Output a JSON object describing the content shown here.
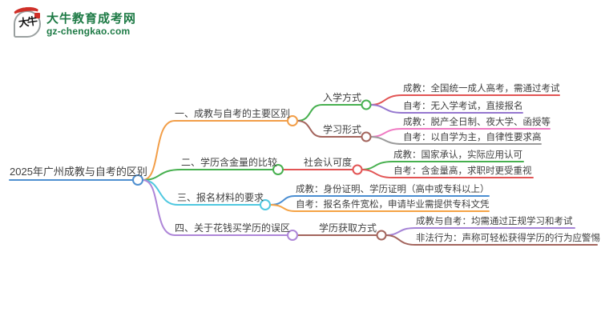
{
  "logo": {
    "icon_text": "大牛",
    "title": "大牛教育成考网",
    "domain": "gz-chengkao.com",
    "brand_color": "#1d7a45",
    "icon_accent": "#cf2f28"
  },
  "colors": {
    "text": "#3f3f3f"
  },
  "mindmap": {
    "root": {
      "label": "2025年广州成教与自考的区别",
      "color": "#4e8fd0"
    },
    "branches": [
      {
        "label": "一、成教与自考的主要区别",
        "color": "#f29e48",
        "children": [
          {
            "label": "入学方式",
            "color": "#47b04f",
            "children": [
              {
                "label": "成教：全国统一成人高考，需通过考试",
                "color": "#e25454"
              },
              {
                "label": "自考：无入学考试，直接报名",
                "color": "#9577cf"
              }
            ]
          },
          {
            "label": "学习形式",
            "color": "#a3645c",
            "children": [
              {
                "label": "成教：脱产全日制、夜大学、函授等",
                "color": "#ef79c2"
              },
              {
                "label": "自考：以自学为主，自律性要求高",
                "color": "#9b9b9b"
              }
            ]
          }
        ]
      },
      {
        "label": "二、学历含金量的比较",
        "color": "#47b04f",
        "children": [
          {
            "label": "社会认可度",
            "color": "#e25454",
            "children": [
              {
                "label": "成教：国家承认，实际应用认可",
                "color": "#47b04f"
              },
              {
                "label": "自考：含金量高，求职时更受重视",
                "color": "#e25454"
              }
            ]
          }
        ]
      },
      {
        "label": "三、报名材料的要求",
        "color": "#4fc8e0",
        "children": [
          {
            "label": "成教：身份证明、学历证明（高中或专科以上）",
            "color": "#4a8ed2"
          },
          {
            "label": "自考：报名条件宽松，申请毕业需提供专科文凭",
            "color": "#f5a345"
          }
        ]
      },
      {
        "label": "四、关于花钱买学历的误区",
        "color": "#ae86d8",
        "children": [
          {
            "label": "学历获取方式",
            "color": "#a3645c",
            "children": [
              {
                "label": "成教与自考：均需通过正规学习和考试",
                "color": "#a583d6"
              },
              {
                "label": "非法行为：声称可轻松获得学历的行为应警惕",
                "color": "#a3645c"
              }
            ]
          }
        ]
      }
    ]
  }
}
